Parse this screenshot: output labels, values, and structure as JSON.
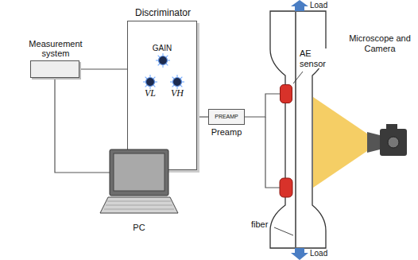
{
  "diagram": {
    "nodes": [
      {
        "text": [
          "Measurement system"
        ]
      },
      {
        "text": [
          "Discriminator",
          "GAIN",
          "VL",
          "VH"
        ]
      },
      {
        "text": [
          "PC"
        ]
      },
      {
        "text": [
          "PREAMP",
          "Preamp"
        ]
      },
      {
        "text": [
          "AE sensor"
        ]
      }
    ],
    "edges": [
      {
        "from": 0,
        "to": 1,
        "arrow": "none"
      },
      {
        "from": 0,
        "to": 2,
        "arrow": "none"
      },
      {
        "from": 1,
        "to": 3,
        "arrow": "none"
      },
      {
        "from": 3,
        "to": 4,
        "arrow": "none"
      }
    ],
    "labels": [
      "Load",
      "Load",
      "fiber",
      "Microscope and Camera"
    ]
  }
}
